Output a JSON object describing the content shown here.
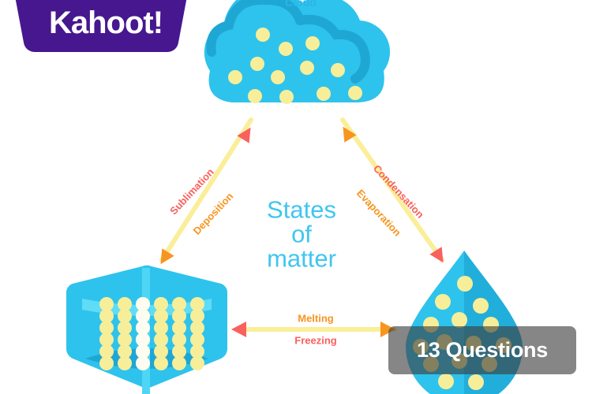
{
  "branding": {
    "logo_text": "Kahoot!",
    "logo_bg_color": "#46178F",
    "logo_text_color": "#FFFFFF"
  },
  "badge": {
    "label": "13 Questions",
    "bg_color": "#3C3C3C",
    "text_color": "#FFFFFF"
  },
  "diagram": {
    "center_title": "States\nof\nmatter",
    "center_title_color": "#3FC6F0",
    "nodes": [
      {
        "id": "cloud",
        "label": "Cloud",
        "state": "gas",
        "color": "#29B6E8",
        "label_color": "#29B6E8"
      },
      {
        "id": "ice-cube",
        "label": "",
        "state": "solid",
        "color": "#29C3EC",
        "label_color": "#29B6E8"
      },
      {
        "id": "water-drop",
        "label": "",
        "state": "liquid",
        "color": "#29C3EC",
        "label_color": "#29B6E8"
      }
    ],
    "transitions": [
      {
        "id": "sublimation",
        "label": "Sublimation",
        "from": "ice-cube",
        "to": "cloud",
        "color": "#F9615E"
      },
      {
        "id": "deposition",
        "label": "Deposition",
        "from": "cloud",
        "to": "ice-cube",
        "color": "#F79520"
      },
      {
        "id": "condensation",
        "label": "Condensation",
        "from": "cloud",
        "to": "water-drop",
        "color": "#F9615E"
      },
      {
        "id": "evaporation",
        "label": "Evaporation",
        "from": "water-drop",
        "to": "cloud",
        "color": "#F79520"
      },
      {
        "id": "melting",
        "label": "Melting",
        "from": "ice-cube",
        "to": "water-drop",
        "color": "#F79520"
      },
      {
        "id": "freezing",
        "label": "Freezing",
        "from": "water-drop",
        "to": "ice-cube",
        "color": "#F9615E"
      }
    ],
    "arrow_line_color": "#FBEE99",
    "particle_color": "#F7EE9A"
  }
}
